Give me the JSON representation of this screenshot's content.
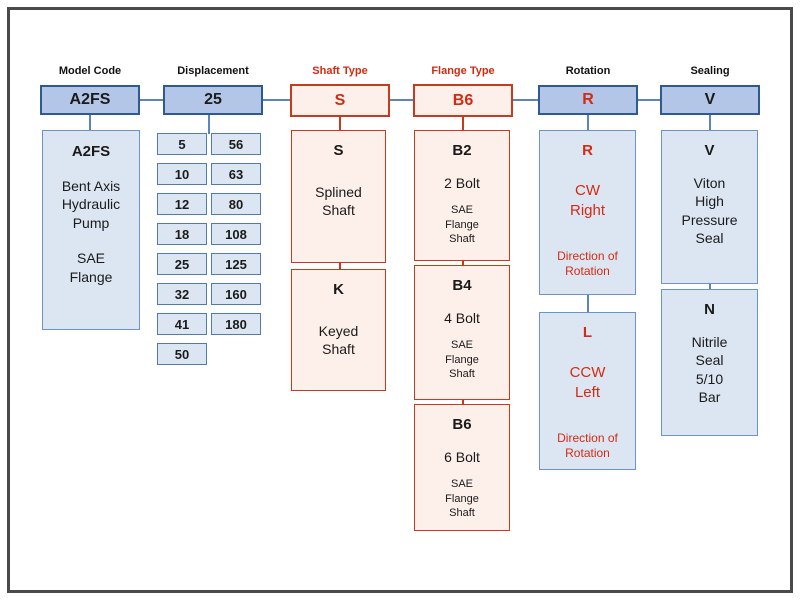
{
  "colors": {
    "blue_header_fill": "#b3c6e7",
    "blue_box_fill": "#dce6f2",
    "blue_border": "#2e5a8f",
    "connector_blue": "#5b84b8",
    "red_text": "#d42a12",
    "red_border": "#c63b1e",
    "red_fill": "#fdf0ea",
    "frame_border": "#4a4a4a"
  },
  "columns": {
    "model_code": {
      "label": "Model Code",
      "code": "A2FS",
      "detail": {
        "title": "A2FS",
        "body1": "Bent Axis\nHydraulic\nPump",
        "body2": "SAE\nFlange"
      }
    },
    "displacement": {
      "label": "Displacement",
      "code": "25",
      "left": [
        "5",
        "10",
        "12",
        "18",
        "25",
        "32",
        "41",
        "50"
      ],
      "right": [
        "56",
        "63",
        "80",
        "108",
        "125",
        "160",
        "180"
      ]
    },
    "shaft_type": {
      "label": "Shaft Type",
      "code": "S",
      "options": [
        {
          "code": "S",
          "name": "Splined\nShaft"
        },
        {
          "code": "K",
          "name": "Keyed\nShaft"
        }
      ]
    },
    "flange_type": {
      "label": "Flange Type",
      "code": "B6",
      "options": [
        {
          "code": "B2",
          "name": "2 Bolt",
          "sub": "SAE\nFlange\nShaft"
        },
        {
          "code": "B4",
          "name": "4 Bolt",
          "sub": "SAE\nFlange\nShaft"
        },
        {
          "code": "B6",
          "name": "6 Bolt",
          "sub": "SAE\nFlange\nShaft"
        }
      ]
    },
    "rotation": {
      "label": "Rotation",
      "code": "R",
      "options": [
        {
          "code": "R",
          "name": "CW\nRight",
          "sub": "Direction of\nRotation"
        },
        {
          "code": "L",
          "name": "CCW\nLeft",
          "sub": "Direction of\nRotation"
        }
      ]
    },
    "sealing": {
      "label": "Sealing",
      "code": "V",
      "options": [
        {
          "code": "V",
          "name": "Viton\nHigh\nPressure\nSeal"
        },
        {
          "code": "N",
          "name": "Nitrile\nSeal\n5/10\nBar"
        }
      ]
    }
  }
}
